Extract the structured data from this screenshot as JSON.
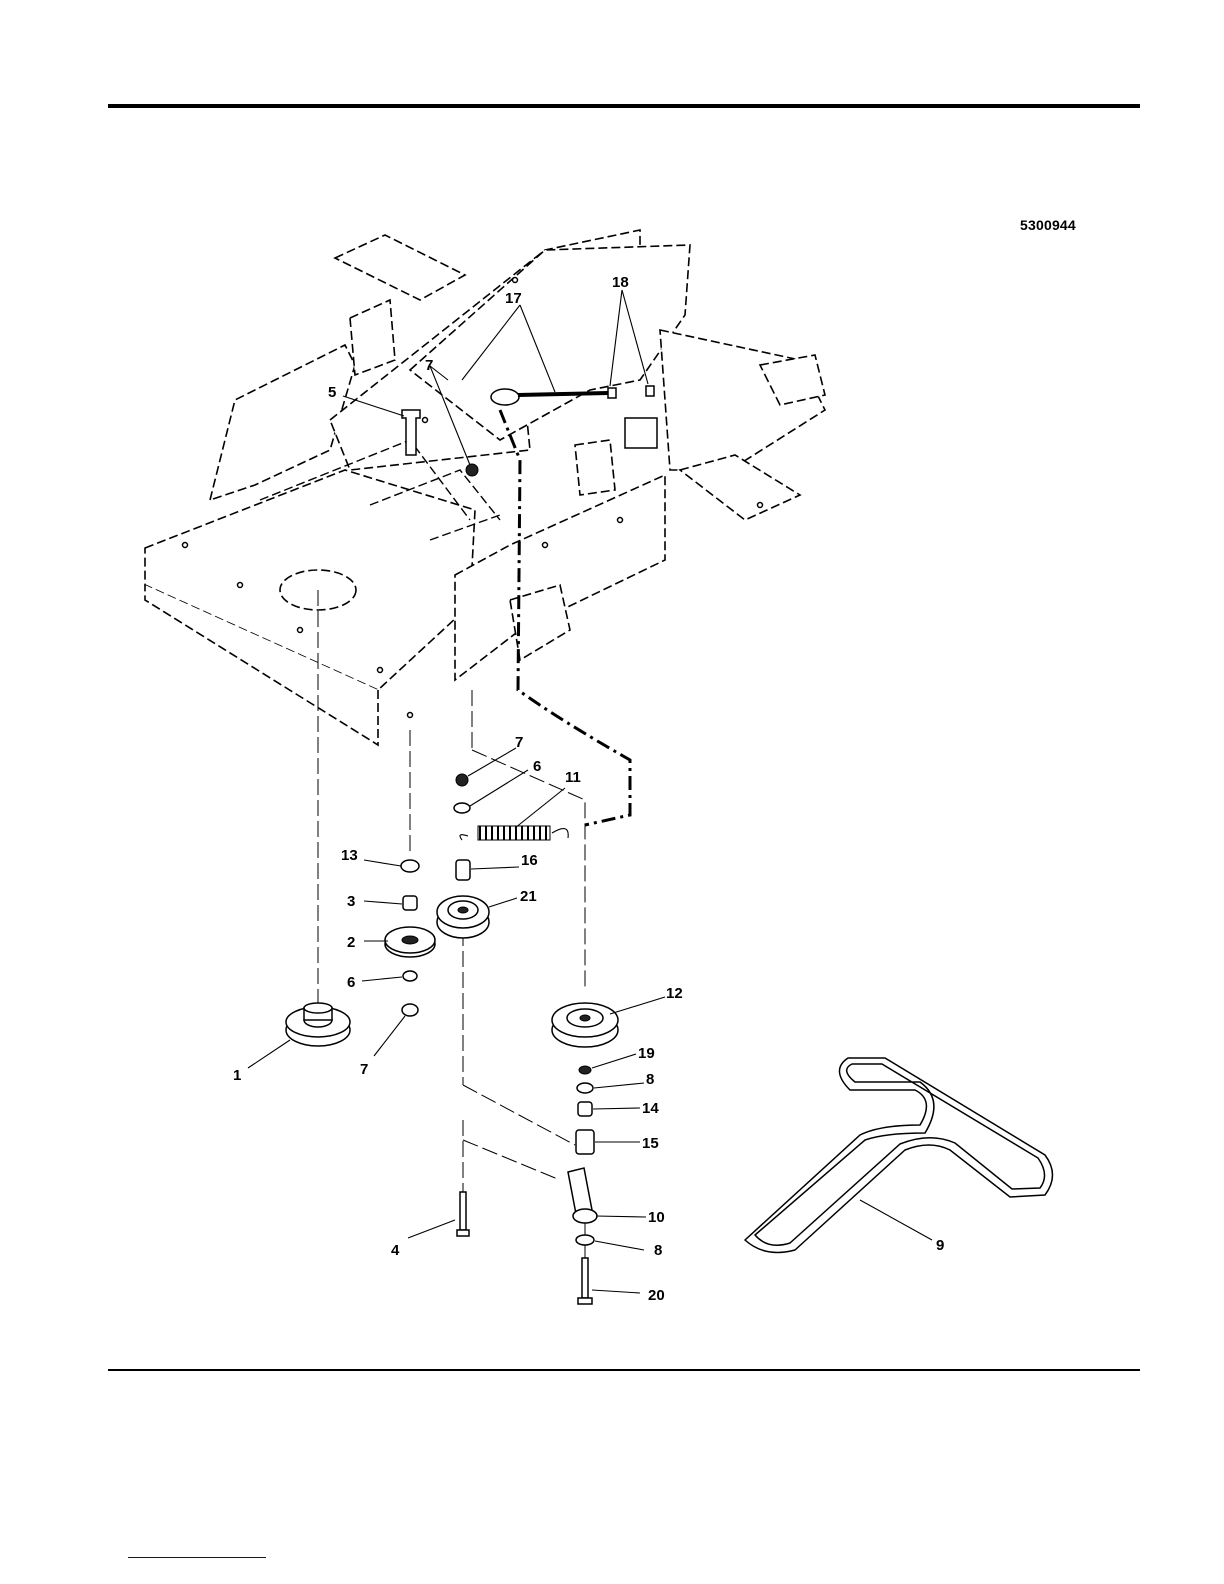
{
  "diagram_id": "5300944",
  "callouts": [
    {
      "label": "1"
    },
    {
      "label": "2"
    },
    {
      "label": "3"
    },
    {
      "label": "4"
    },
    {
      "label": "5"
    },
    {
      "label": "6"
    },
    {
      "label": "6"
    },
    {
      "label": "7"
    },
    {
      "label": "7"
    },
    {
      "label": "7"
    },
    {
      "label": "8"
    },
    {
      "label": "8"
    },
    {
      "label": "9"
    },
    {
      "label": "10"
    },
    {
      "label": "11"
    },
    {
      "label": "12"
    },
    {
      "label": "13"
    },
    {
      "label": "14"
    },
    {
      "label": "15"
    },
    {
      "label": "16"
    },
    {
      "label": "17"
    },
    {
      "label": "18"
    },
    {
      "label": "19"
    },
    {
      "label": "20"
    },
    {
      "label": "21"
    }
  ]
}
